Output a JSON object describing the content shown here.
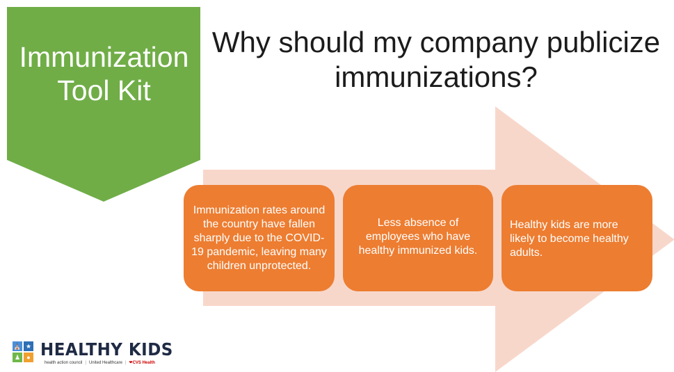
{
  "banner": {
    "line1": "Immunization",
    "line2": "Tool Kit",
    "color": "#70ad47"
  },
  "title": {
    "line1": "Why should my company publicize",
    "line2": "immunizations?"
  },
  "arrow": {
    "color": "#f8d7cb"
  },
  "cards": [
    {
      "text": "Immunization rates around the country have fallen sharply due to the COVID-19 pandemic, leaving many children unprotected."
    },
    {
      "text": "Less absence of employees who have healthy immunized kids."
    },
    {
      "text": "Healthy kids are more likely to become healthy adults."
    }
  ],
  "card_color": "#ed7d31",
  "logo": {
    "name": "HEALTHY KIDS",
    "partner1": "health action council",
    "partner2": "United Healthcare",
    "partner3": "CVS Health",
    "icons": [
      "hospital-icon",
      "trophy-icon",
      "runner-icon",
      "food-icon"
    ],
    "icon_colors": [
      "#4a90d9",
      "#2e6fb5",
      "#6fb84a",
      "#f0a030"
    ]
  }
}
